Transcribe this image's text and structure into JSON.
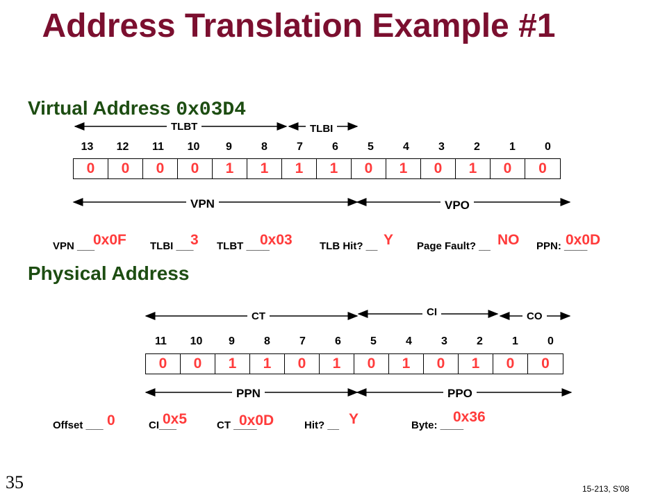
{
  "title": "Address Translation Example #1",
  "virtual": {
    "heading": "Virtual Address ",
    "address": "0x03D4",
    "tlbt_label": "TLBT",
    "tlbi_label": "TLBI",
    "bit_indices": [
      "13",
      "12",
      "11",
      "10",
      "9",
      "8",
      "7",
      "6",
      "5",
      "4",
      "3",
      "2",
      "1",
      "0"
    ],
    "bits": [
      "0",
      "0",
      "0",
      "0",
      "1",
      "1",
      "1",
      "1",
      "0",
      "1",
      "0",
      "1",
      "0",
      "0"
    ],
    "vpn_label": "VPN",
    "vpo_label": "VPO",
    "q": {
      "vpn": "VPN ___",
      "vpn_ans": "0x0F",
      "tlbi": "TLBI ___",
      "tlbi_ans": "3",
      "tlbt": "TLBT ____",
      "tlbt_ans": "0x03",
      "hit": "TLB Hit? __",
      "hit_ans": "Y",
      "fault": "Page Fault? __",
      "fault_ans": "NO",
      "ppn": "PPN: ____",
      "ppn_ans": "0x0D"
    }
  },
  "physical": {
    "heading": "Physical Address",
    "ct_label": "CT",
    "ci_label": "CI",
    "co_label": "CO",
    "bit_indices": [
      "11",
      "10",
      "9",
      "8",
      "7",
      "6",
      "5",
      "4",
      "3",
      "2",
      "1",
      "0"
    ],
    "bits": [
      "0",
      "0",
      "1",
      "1",
      "0",
      "1",
      "0",
      "1",
      "0",
      "1",
      "0",
      "0"
    ],
    "ppn_label": "PPN",
    "ppo_label": "PPO",
    "q": {
      "offset": "Offset ___",
      "offset_ans": "0",
      "ci": "CI___",
      "ci_ans": "0x5",
      "ct": "CT ____",
      "ct_ans": "0x0D",
      "hit": "Hit? __",
      "hit_ans": "Y",
      "byte": "Byte: ____",
      "byte_ans": "0x36"
    }
  },
  "slide_number": "35",
  "footer": "15-213, S'08"
}
